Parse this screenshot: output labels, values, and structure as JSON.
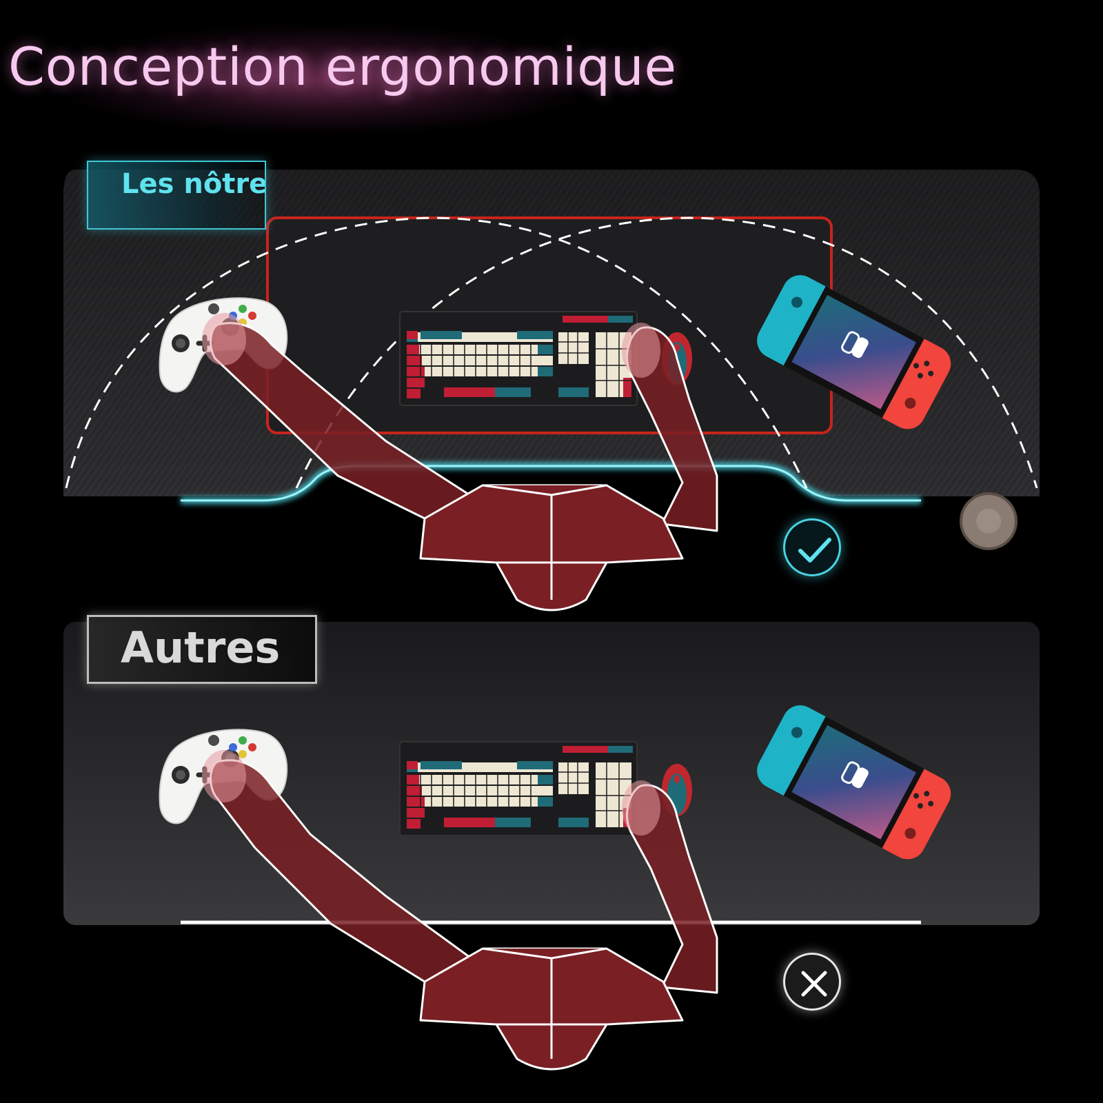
{
  "headline": "Conception ergonomique",
  "labels": {
    "ours": "Les nôtres",
    "others": "Autres"
  },
  "colors": {
    "headline": "#f7c9ef",
    "ours_accent": "#3fc7d6",
    "others_accent": "#d9d9d9",
    "desk_mat_border": "#c8241c",
    "figure_fill": "#7a2024"
  },
  "icons": {
    "ours_badge": "checkmark-icon",
    "others_badge": "x-mark-icon"
  }
}
